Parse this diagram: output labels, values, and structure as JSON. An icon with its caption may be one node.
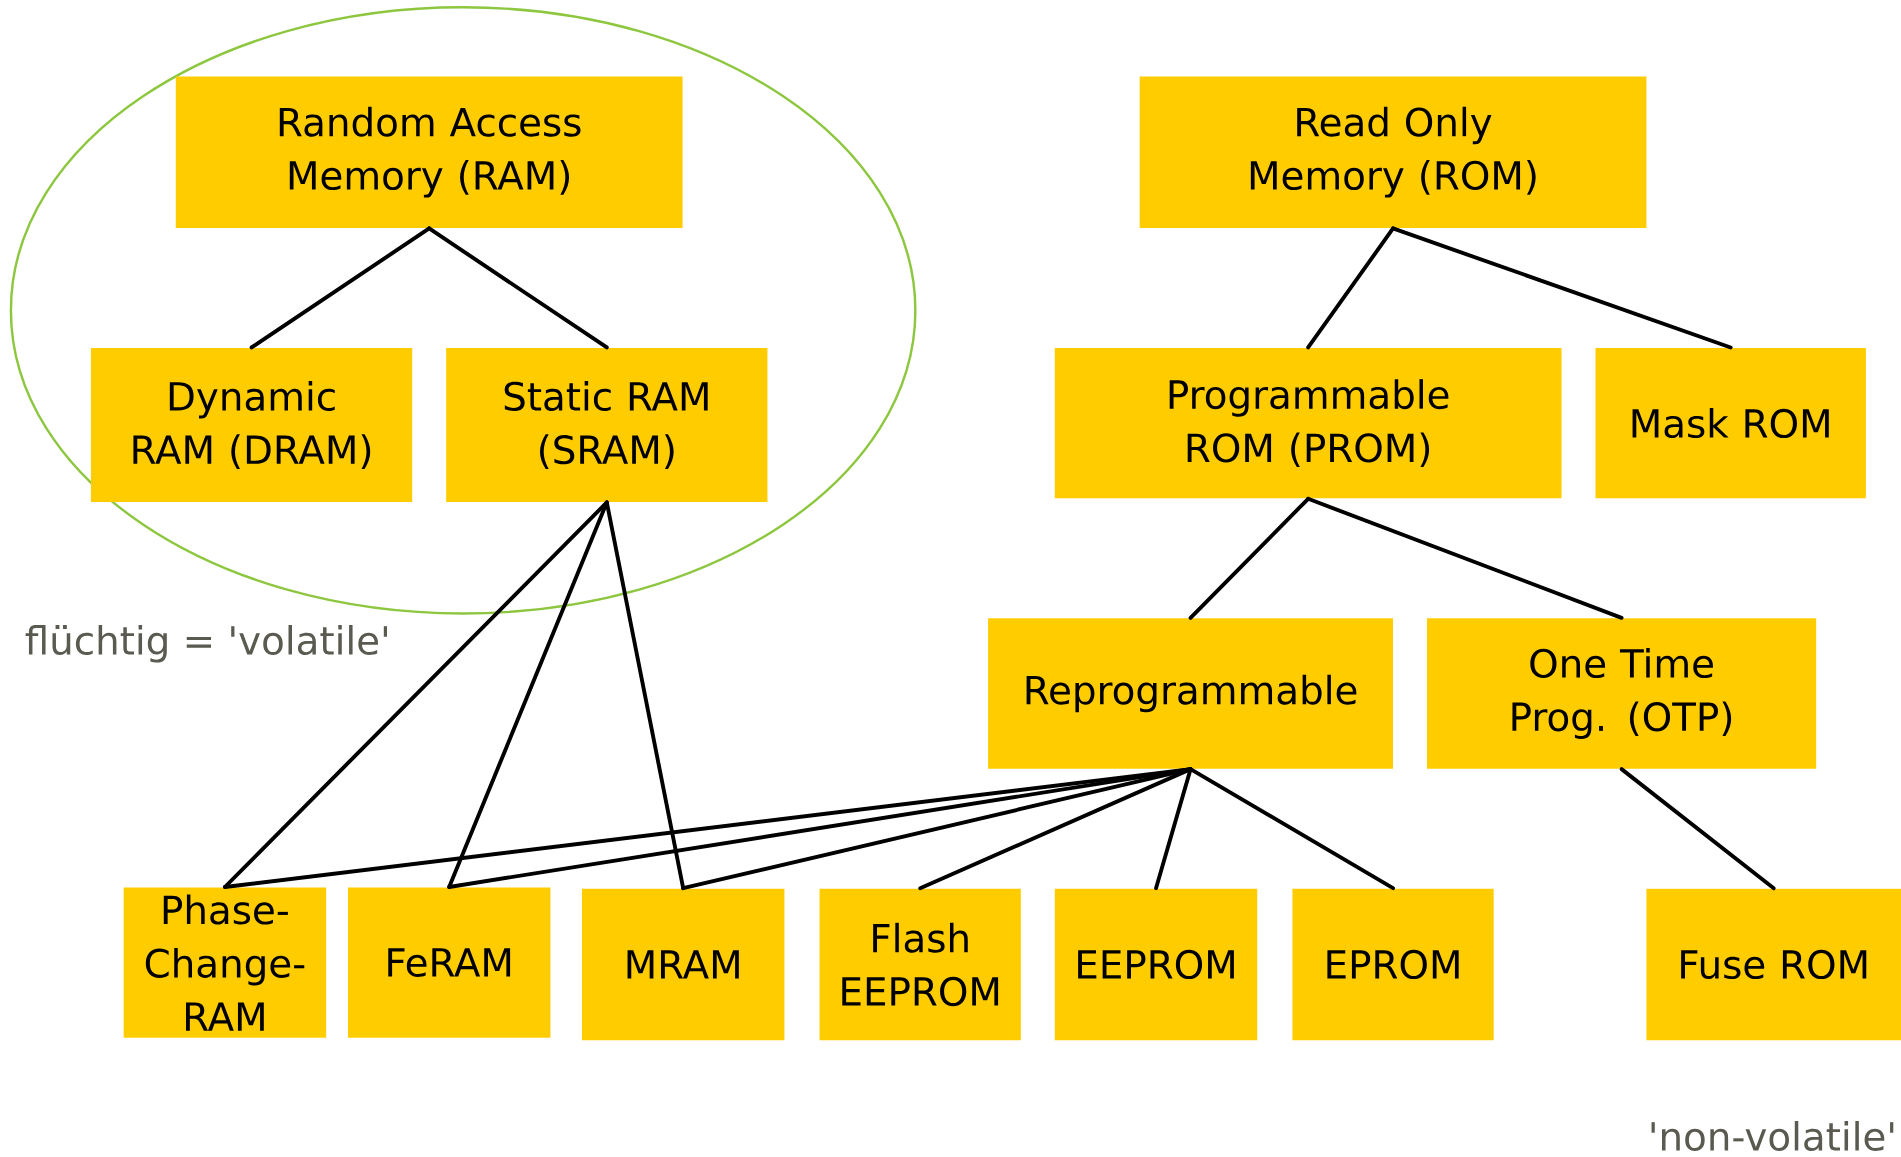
{
  "diagram": {
    "nodes": [
      {
        "text": [
          "Random Access Memory (RAM)"
        ]
      },
      {
        "text": [
          "Dynamic RAM (DRAM)"
        ]
      },
      {
        "text": [
          "Static RAM (SRAM)"
        ]
      },
      {
        "text": [
          "Read Only Memory (ROM)"
        ]
      },
      {
        "text": [
          "Programmable ROM (PROM)"
        ]
      },
      {
        "text": [
          "Mask ROM"
        ]
      },
      {
        "text": [
          "Reprogrammable"
        ]
      },
      {
        "text": [
          "One Time Prog. (OTP)"
        ]
      },
      {
        "text": [
          "Phase-Change-RAM"
        ]
      },
      {
        "text": [
          "FeRAM"
        ]
      },
      {
        "text": [
          "MRAM"
        ]
      },
      {
        "text": [
          "Flash EEPROM"
        ]
      },
      {
        "text": [
          "EEPROM"
        ]
      },
      {
        "text": [
          "EPROM"
        ]
      },
      {
        "text": [
          "Fuse ROM"
        ]
      }
    ],
    "edges": [
      {
        "from": 0,
        "to": 1,
        "arrow": "none"
      },
      {
        "from": 0,
        "to": 2,
        "arrow": "none"
      },
      {
        "from": 3,
        "to": 4,
        "arrow": "none"
      },
      {
        "from": 3,
        "to": 5,
        "arrow": "none"
      },
      {
        "from": 4,
        "to": 6,
        "arrow": "none"
      },
      {
        "from": 4,
        "to": 7,
        "arrow": "none"
      },
      {
        "from": 2,
        "to": 8,
        "arrow": "none"
      },
      {
        "from": 2,
        "to": 9,
        "arrow": "none"
      },
      {
        "from": 2,
        "to": 10,
        "arrow": "none"
      },
      {
        "from": 6,
        "to": 8,
        "arrow": "none"
      },
      {
        "from": 6,
        "to": 9,
        "arrow": "none"
      },
      {
        "from": 6,
        "to": 10,
        "arrow": "none"
      },
      {
        "from": 6,
        "to": 11,
        "arrow": "none"
      },
      {
        "from": 6,
        "to": 12,
        "arrow": "none"
      },
      {
        "from": 6,
        "to": 13,
        "arrow": "none"
      },
      {
        "from": 7,
        "to": 14,
        "arrow": "none"
      }
    ],
    "labels": [
      "flüchtig = 'volatile'",
      "'non-volatile'"
    ]
  }
}
